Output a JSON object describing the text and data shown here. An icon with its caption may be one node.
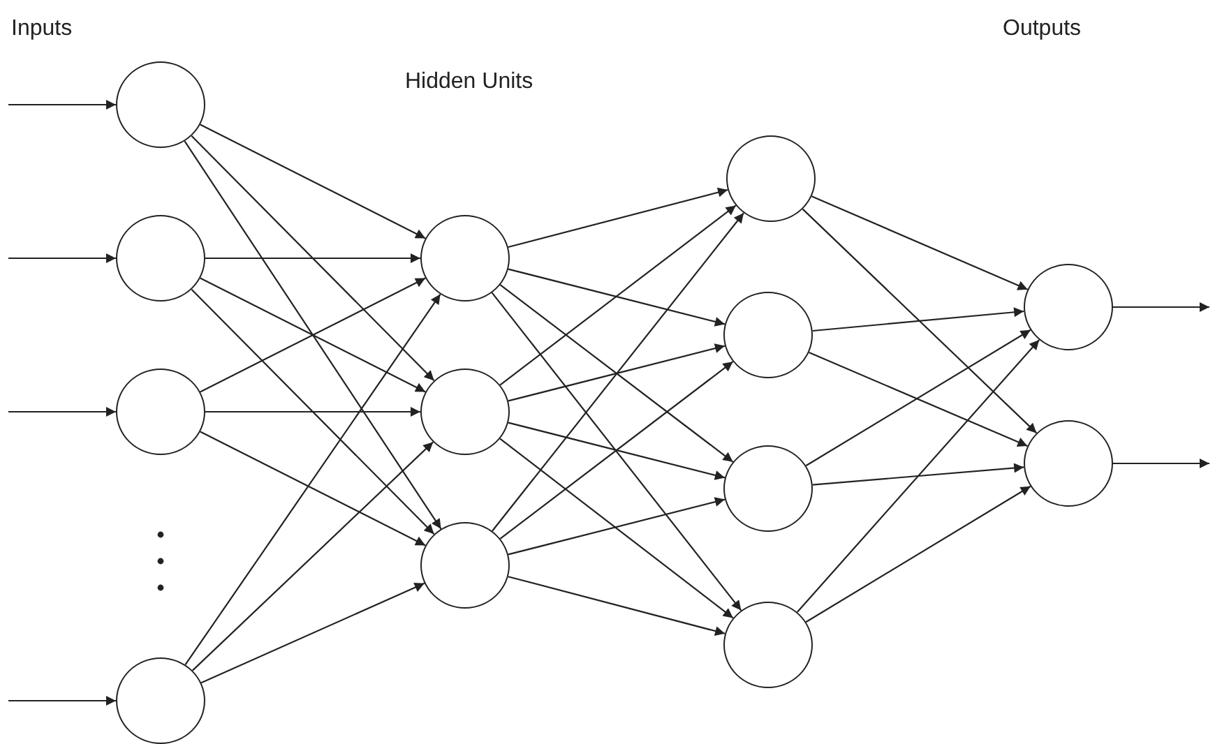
{
  "diagram": {
    "nodes": [
      {
        "text": [],
        "shape": "circle"
      },
      {
        "text": [],
        "shape": "circle"
      },
      {
        "text": [],
        "shape": "circle"
      },
      {
        "text": [],
        "shape": "circle"
      },
      {
        "text": [],
        "shape": "circle"
      },
      {
        "text": [],
        "shape": "circle"
      },
      {
        "text": [],
        "shape": "circle"
      },
      {
        "text": [],
        "shape": "circle"
      },
      {
        "text": [],
        "shape": "circle"
      },
      {
        "text": [],
        "shape": "circle"
      },
      {
        "text": [],
        "shape": "circle"
      },
      {
        "text": [],
        "shape": "circle"
      },
      {
        "text": [],
        "shape": "circle"
      }
    ],
    "edges": [
      {
        "from": null,
        "to": 0,
        "arrow": "to"
      },
      {
        "from": null,
        "to": 1,
        "arrow": "to"
      },
      {
        "from": null,
        "to": 2,
        "arrow": "to"
      },
      {
        "from": null,
        "to": 3,
        "arrow": "to"
      },
      {
        "from": 0,
        "to": 4,
        "arrow": "to"
      },
      {
        "from": 0,
        "to": 5,
        "arrow": "to"
      },
      {
        "from": 0,
        "to": 6,
        "arrow": "to"
      },
      {
        "from": 1,
        "to": 4,
        "arrow": "to"
      },
      {
        "from": 1,
        "to": 5,
        "arrow": "to"
      },
      {
        "from": 1,
        "to": 6,
        "arrow": "to"
      },
      {
        "from": 2,
        "to": 4,
        "arrow": "to"
      },
      {
        "from": 2,
        "to": 5,
        "arrow": "to"
      },
      {
        "from": 2,
        "to": 6,
        "arrow": "to"
      },
      {
        "from": 3,
        "to": 4,
        "arrow": "to"
      },
      {
        "from": 3,
        "to": 5,
        "arrow": "to"
      },
      {
        "from": 3,
        "to": 6,
        "arrow": "to"
      },
      {
        "from": 4,
        "to": 7,
        "arrow": "to"
      },
      {
        "from": 4,
        "to": 8,
        "arrow": "to"
      },
      {
        "from": 4,
        "to": 9,
        "arrow": "to"
      },
      {
        "from": 4,
        "to": 10,
        "arrow": "to"
      },
      {
        "from": 5,
        "to": 7,
        "arrow": "to"
      },
      {
        "from": 5,
        "to": 8,
        "arrow": "to"
      },
      {
        "from": 5,
        "to": 9,
        "arrow": "to"
      },
      {
        "from": 5,
        "to": 10,
        "arrow": "to"
      },
      {
        "from": 6,
        "to": 7,
        "arrow": "to"
      },
      {
        "from": 6,
        "to": 8,
        "arrow": "to"
      },
      {
        "from": 6,
        "to": 9,
        "arrow": "to"
      },
      {
        "from": 6,
        "to": 10,
        "arrow": "to"
      },
      {
        "from": 7,
        "to": 11,
        "arrow": "to"
      },
      {
        "from": 7,
        "to": 12,
        "arrow": "to"
      },
      {
        "from": 8,
        "to": 11,
        "arrow": "to"
      },
      {
        "from": 8,
        "to": 12,
        "arrow": "to"
      },
      {
        "from": 9,
        "to": 11,
        "arrow": "to"
      },
      {
        "from": 9,
        "to": 12,
        "arrow": "to"
      },
      {
        "from": 10,
        "to": 11,
        "arrow": "to"
      },
      {
        "from": 10,
        "to": 12,
        "arrow": "to"
      },
      {
        "from": 11,
        "to": null,
        "arrow": "to"
      },
      {
        "from": 12,
        "to": null,
        "arrow": "to"
      }
    ],
    "labels": [
      "Inputs",
      "Hidden Units",
      "Outputs"
    ]
  }
}
